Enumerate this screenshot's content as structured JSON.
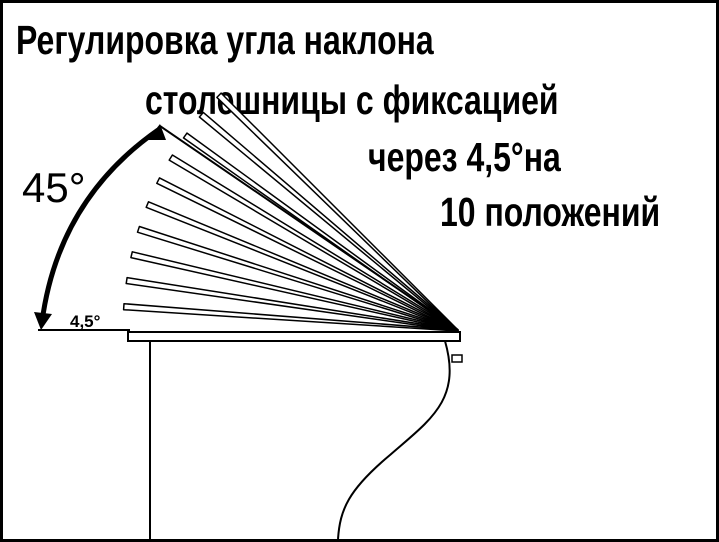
{
  "title": {
    "line1": "Регулировка угла наклона",
    "line2": "столешницы с фиксацией",
    "line3": "через 4,5°на",
    "line4": "10 положений"
  },
  "labels": {
    "total_angle": "45°",
    "step_angle": "4,5°"
  },
  "diagram": {
    "step_deg": 4.5,
    "total_deg": 45,
    "positions": 10
  },
  "colors": {
    "ink": "#000000",
    "background": "#ffffff"
  }
}
